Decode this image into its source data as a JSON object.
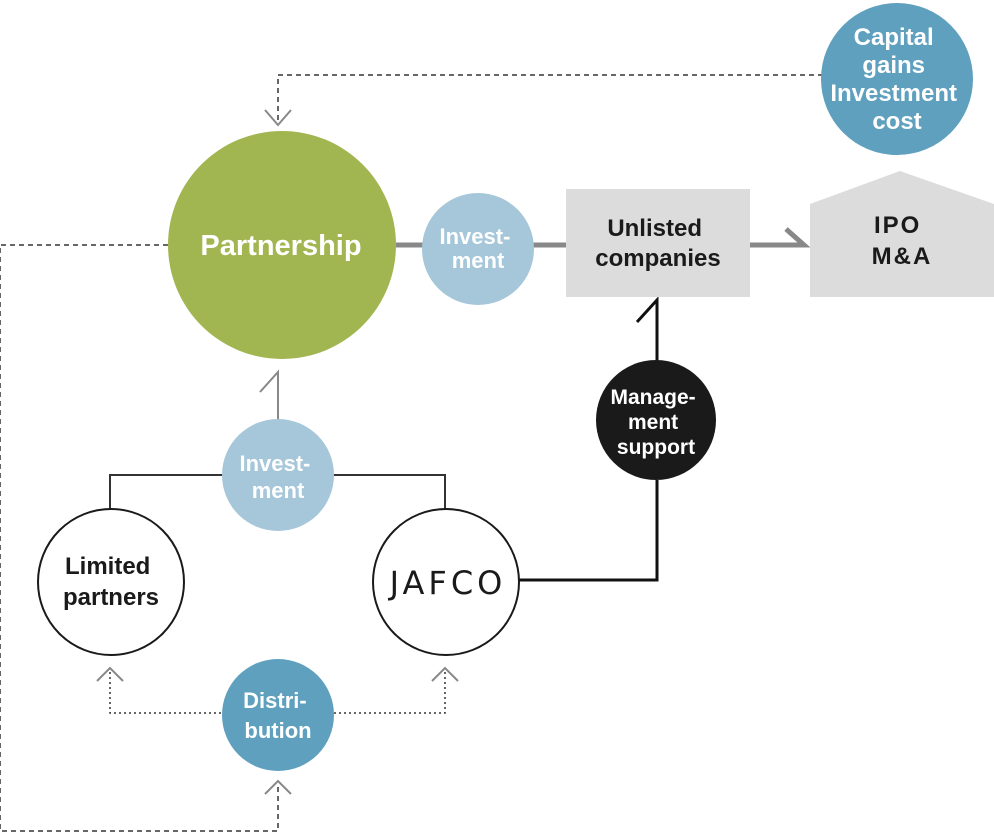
{
  "nodes": {
    "capital": {
      "lines": [
        "Capital",
        "gains",
        "Investment",
        "cost"
      ]
    },
    "partnership": {
      "label": "Partnership"
    },
    "investment_top": {
      "lines": [
        "Invest-",
        "ment"
      ]
    },
    "unlisted": {
      "lines": [
        "Unlisted",
        "companies"
      ]
    },
    "ipo_ma": {
      "lines": [
        "IPO",
        "M&A"
      ]
    },
    "management": {
      "lines": [
        "Manage-",
        "ment",
        "support"
      ]
    },
    "investment_mid": {
      "lines": [
        "Invest-",
        "ment"
      ]
    },
    "limited": {
      "lines": [
        "Limited",
        "partners"
      ]
    },
    "jafco": {
      "label": "JAFCO"
    },
    "distribution": {
      "lines": [
        "Distri-",
        "bution"
      ]
    }
  },
  "colors": {
    "green": "#a1b651",
    "light_blue": "#a6c7da",
    "mid_blue": "#5fa0bf",
    "gray_box": "#dcdcdc",
    "black": "#1a1a1a",
    "line_gray": "#888888"
  }
}
